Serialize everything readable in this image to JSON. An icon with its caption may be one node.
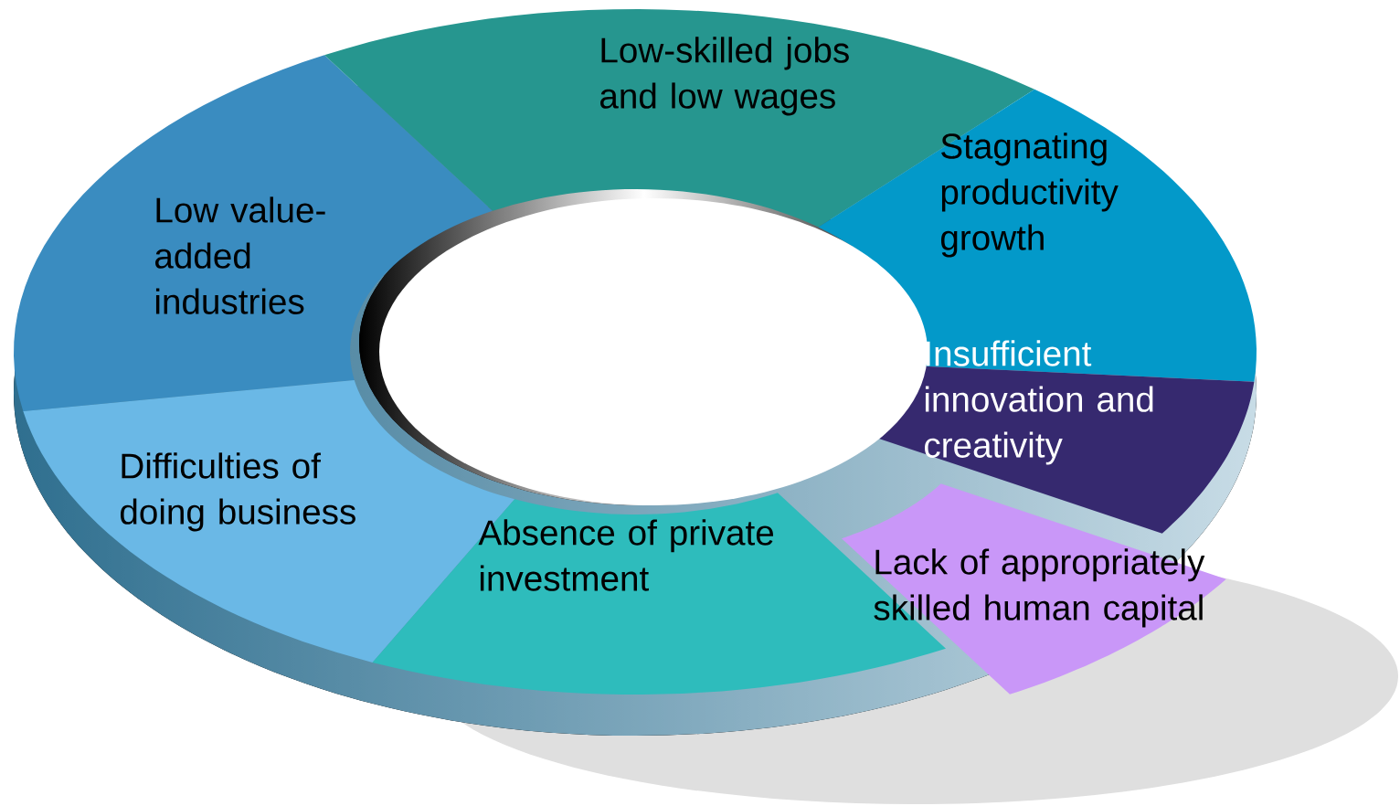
{
  "diagram": {
    "nodes": [
      {
        "text": [
          "Low value-added industries"
        ]
      },
      {
        "text": [
          "Low-skilled jobs and low wages"
        ]
      },
      {
        "text": [
          "Stagnating productivity growth"
        ]
      },
      {
        "text": [
          "Insufficient innovation and creativity"
        ]
      },
      {
        "text": [
          "Difficulties of doing business"
        ]
      },
      {
        "text": [
          "Absence of private investment"
        ]
      },
      {
        "text": [
          "Lack of appropriately skilled human capital"
        ]
      }
    ]
  }
}
